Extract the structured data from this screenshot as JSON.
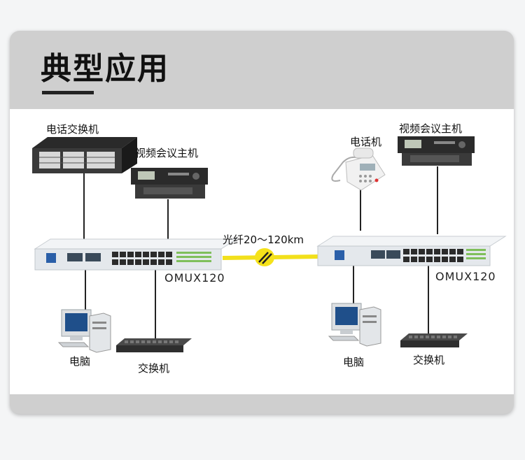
{
  "title": "典型应用",
  "left_site": {
    "pbx": "电话交换机",
    "video_host": "视频会议主机",
    "device": "OMUX120",
    "pc": "电脑",
    "switch": "交换机"
  },
  "right_site": {
    "phone": "电话机",
    "video_host": "视频会议主机",
    "device": "OMUX120",
    "pc": "电脑",
    "switch": "交换机"
  },
  "fiber": {
    "label": "光纤20～120km",
    "color": "#f5e21a",
    "break_symbol": "//"
  },
  "colors": {
    "card_gray": "#cfcfcf",
    "device_body": "#e6e9ec",
    "port_green": "#7fbf5a"
  }
}
